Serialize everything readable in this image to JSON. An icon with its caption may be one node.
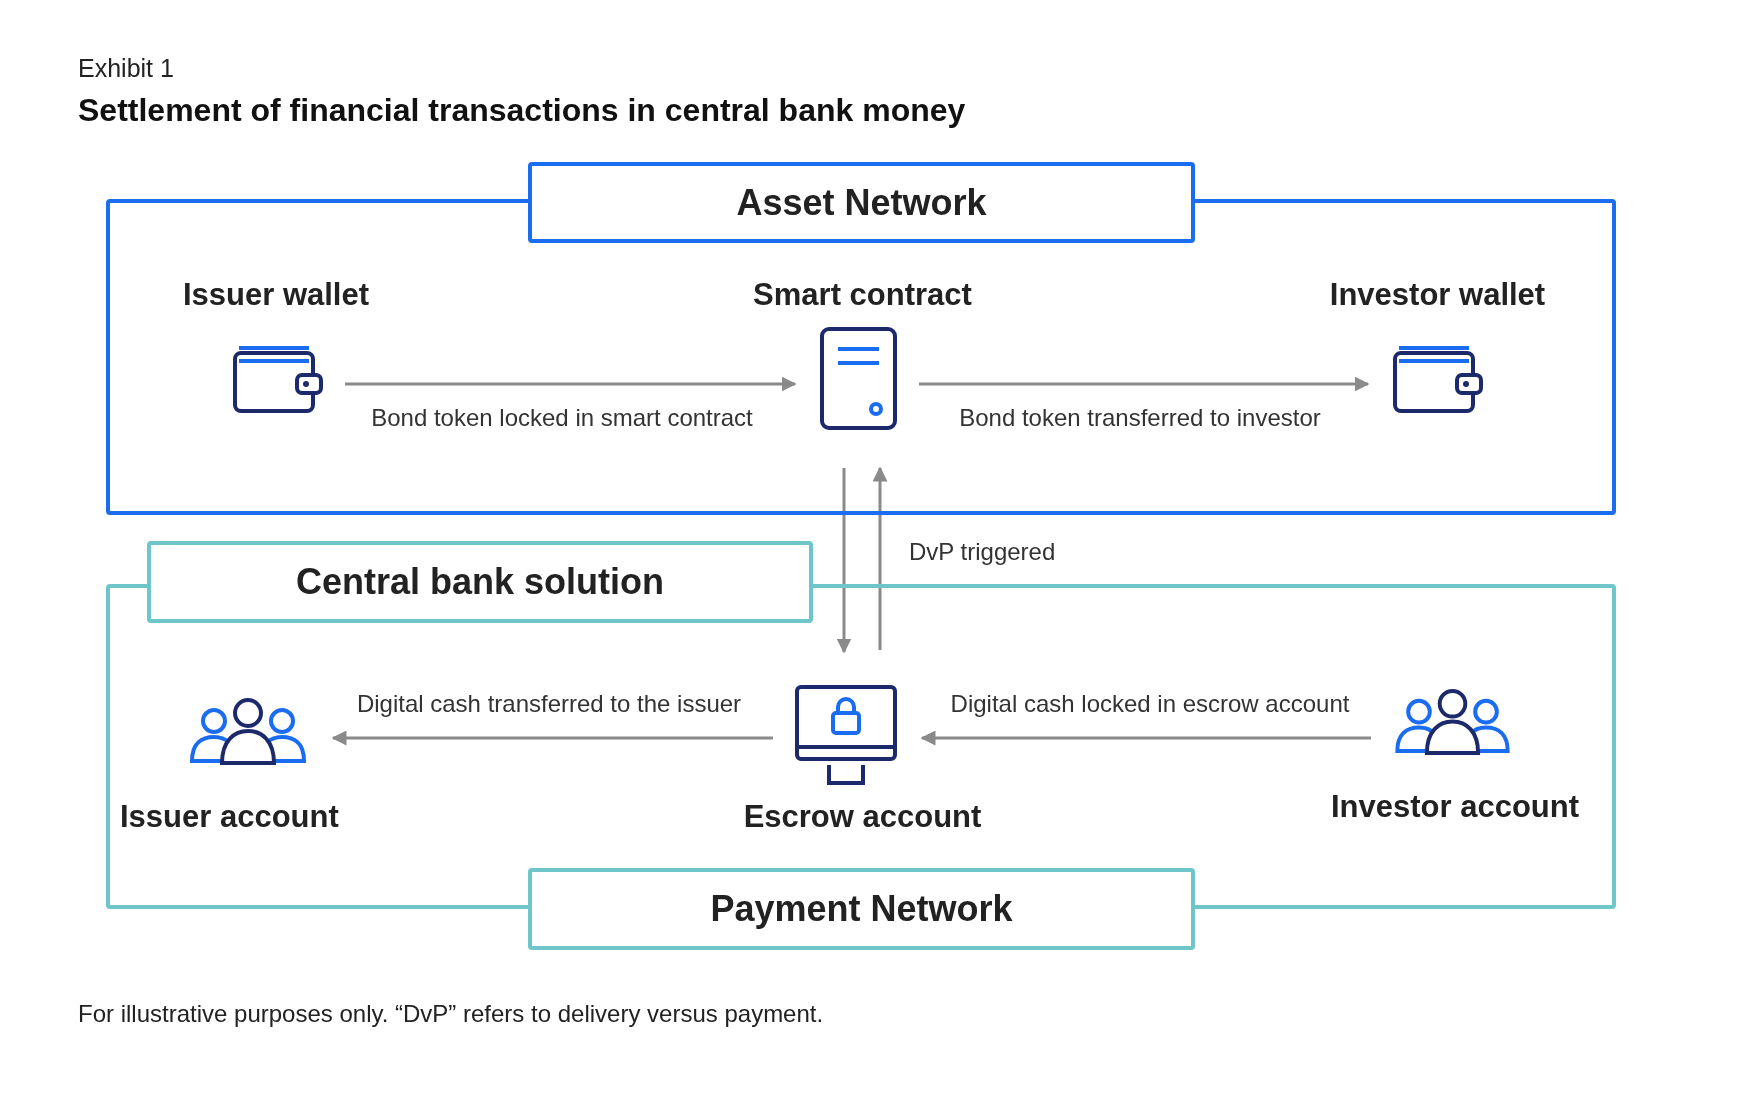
{
  "diagram": {
    "title": "Settlement of financial transactions in central bank money",
    "caption": "For illustrative purposes only. “DvP” refers to delivery versus payment.",
    "labels": [
      "Exhibit 1"
    ],
    "nodes": [
      {
        "text": [
          "Asset Network"
        ]
      },
      {
        "text": [
          "Issuer wallet"
        ],
        "in": 0
      },
      {
        "text": [
          "Smart contract"
        ],
        "in": 0
      },
      {
        "text": [
          "Investor wallet"
        ],
        "in": 0
      },
      {
        "text": [
          "Central bank solution",
          "Payment Network"
        ]
      },
      {
        "text": [
          "Issuer account"
        ],
        "in": 4
      },
      {
        "text": [
          "Escrow account"
        ],
        "in": 4
      },
      {
        "text": [
          "Investor account"
        ],
        "in": 4
      }
    ],
    "edges": [
      {
        "from": 1,
        "to": 2,
        "arrow": "to",
        "label": "Bond token locked in smart contract"
      },
      {
        "from": 2,
        "to": 3,
        "arrow": "to",
        "label": "Bond token transferred to investor"
      },
      {
        "from": 2,
        "to": 6,
        "arrow": "to"
      },
      {
        "from": 6,
        "to": 2,
        "arrow": "to",
        "label": "DvP triggered"
      },
      {
        "from": 6,
        "to": 5,
        "arrow": "to",
        "label": "Digital cash transferred to the issuer"
      },
      {
        "from": 7,
        "to": 6,
        "arrow": "to",
        "label": "Digital cash locked in escrow account"
      }
    ]
  }
}
